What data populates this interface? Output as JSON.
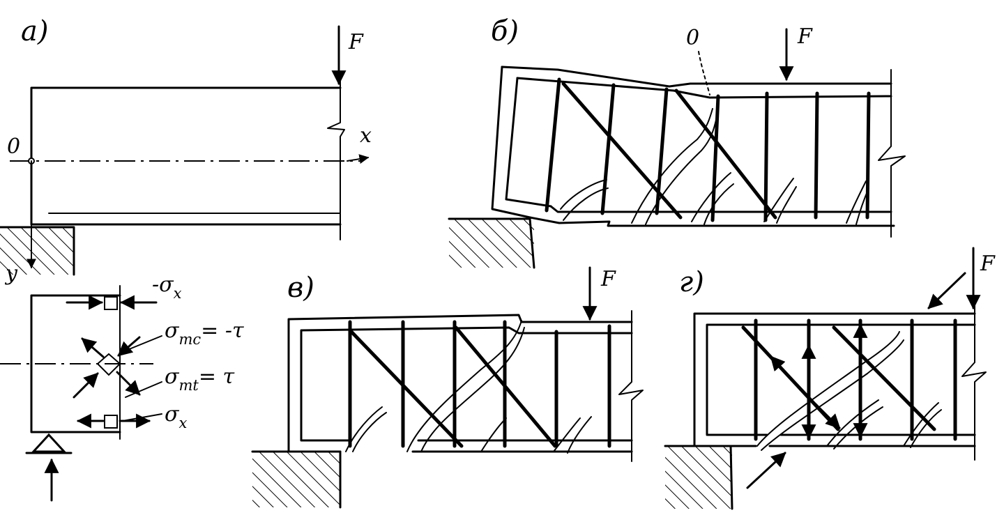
{
  "panels": {
    "a": {
      "label": "а)"
    },
    "b": {
      "label": "б)"
    },
    "v": {
      "label": "в)"
    },
    "g": {
      "label": "г)"
    }
  },
  "labels": {
    "force": "F",
    "origin": "0",
    "x_axis": "x",
    "y_axis": "y",
    "point_o": "0"
  },
  "stress": {
    "neg_sigma": "-σ",
    "neg_sigma_sub": "x",
    "sigma_mc": "σ",
    "sigma_mc_sub": "mc",
    "sigma_mc_eq": "= -τ",
    "sigma_mt": "σ",
    "sigma_mt_sub": "mt",
    "sigma_mt_eq": "= τ",
    "sigma_x": "σ",
    "sigma_x_sub": "x"
  }
}
